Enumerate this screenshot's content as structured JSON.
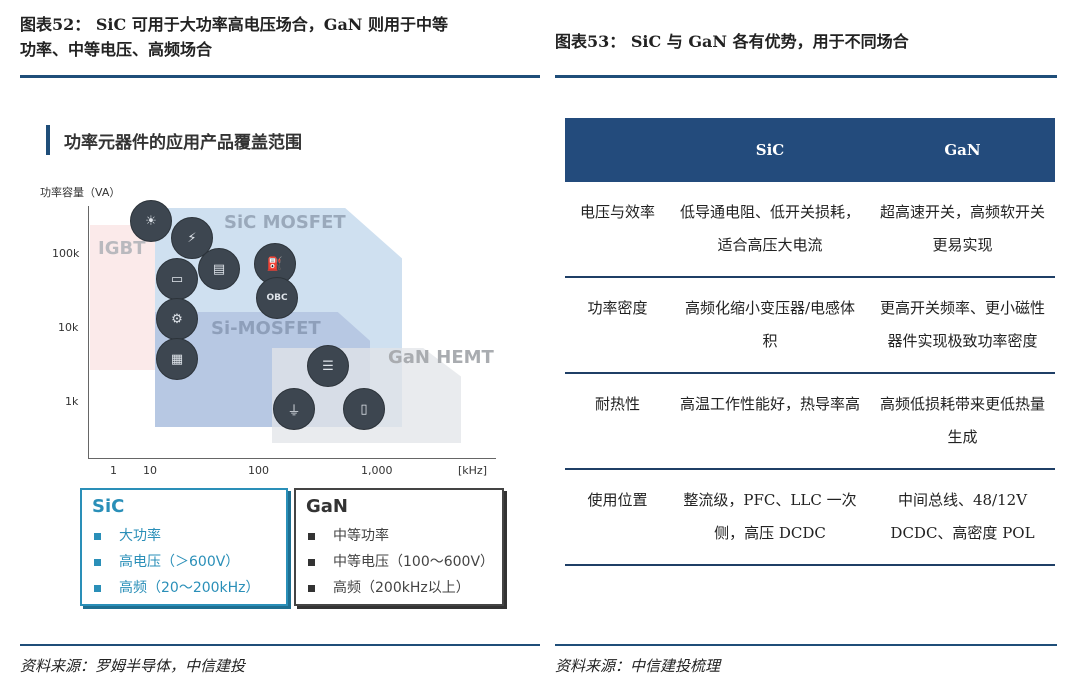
{
  "left": {
    "title_line1": "图表52： SiC 可用于大功率高电压场合，GaN 则用于中等",
    "title_line2": "功率、中等电压、高频场合",
    "source": "资料来源：罗姆半导体，中信建投",
    "figure": {
      "heading": "功率元器件的应用产品覆盖范围",
      "y_label": "功率容量（VA）",
      "y_ticks": [
        "100k",
        "10k",
        "1k"
      ],
      "x_ticks": [
        "1",
        "10",
        "100",
        "1,000",
        "[kHz]"
      ],
      "regions": [
        "IGBT",
        "SiC MOSFET",
        "Si-MOSFET",
        "GaN HEMT"
      ],
      "icons": [
        "solar-icon",
        "ev-charging-car-icon",
        "ups-cabinet-icon",
        "air-conditioner-icon",
        "charging-station-icon",
        "obc-car-icon",
        "robot-arm-icon",
        "appliance-icon",
        "server-rack-icon",
        "power-adapter-icon",
        "inverter-cabinet-icon"
      ],
      "obc_text": "OBC",
      "sic_box": {
        "title": "SiC",
        "items": [
          "大功率",
          "高电压（＞600V）",
          "高频（20～200kHz）"
        ]
      },
      "gan_box": {
        "title": "GaN",
        "items": [
          "中等功率",
          "中等电压（100～600V）",
          "高频（200kHz以上）"
        ]
      }
    }
  },
  "right": {
    "title": "图表53： SiC 与 GaN 各有优势，用于不同场合",
    "source": "资料来源：中信建投梳理",
    "table": {
      "headers": [
        "",
        "SiC",
        "GaN"
      ],
      "rows": [
        [
          "电压与效率",
          "低导通电阻、低开关损耗，适合高压大电流",
          "超高速开关，高频软开关更易实现"
        ],
        [
          "功率密度",
          "高频化缩小变压器/电感体积",
          "更高开关频率、更小磁性器件实现极致功率密度"
        ],
        [
          "耐热性",
          "高温工作性能好，热导率高",
          "高频低损耗带来更低热量生成"
        ],
        [
          "使用位置",
          "整流级，PFC、LLC 一次侧，高压 DCDC",
          "中间总线、48/12V DCDC、高密度 POL"
        ]
      ]
    }
  },
  "colors": {
    "accent": "#1f4e79",
    "sic": "#2a8fb8",
    "gan": "#333333"
  }
}
